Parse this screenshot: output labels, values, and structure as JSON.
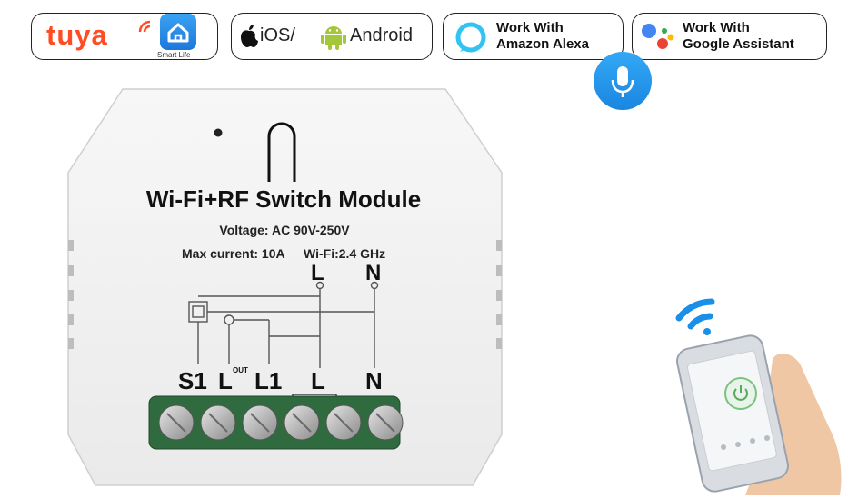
{
  "badges": {
    "tuya": {
      "brand": "tuya",
      "app_label": "Smart Life"
    },
    "os": {
      "ios": "iOS/",
      "android": "Android"
    },
    "alexa": {
      "line1": "Work With",
      "line2": "Amazon Alexa"
    },
    "google": {
      "line1": "Work With",
      "line2": "Google Assistant"
    }
  },
  "module": {
    "title": "Wi-Fi+RF Switch Module",
    "voltage": "Voltage: AC 90V-250V",
    "current": "Max current: 10A",
    "wifi": "Wi-Fi:2.4 GHz",
    "top_L": "L",
    "top_N": "N",
    "terminals": {
      "s1": "S1",
      "lout": "L",
      "lout_sup": "OUT",
      "l1": "L1",
      "l": "L",
      "n": "N"
    }
  },
  "icons": [
    "tuya-logo",
    "smart-life-home-icon",
    "apple-icon",
    "android-icon",
    "alexa-ring-icon",
    "google-assistant-icon",
    "microphone-icon",
    "wifi-icon",
    "smartphone-app",
    "hand"
  ],
  "colors": {
    "tuya": "#ff4c23",
    "android": "#a4c639",
    "alexa": "#31c4f3",
    "mic": "#1f8fe6",
    "wifi": "#1a8fe8",
    "terminal": "#2f6b3f"
  }
}
